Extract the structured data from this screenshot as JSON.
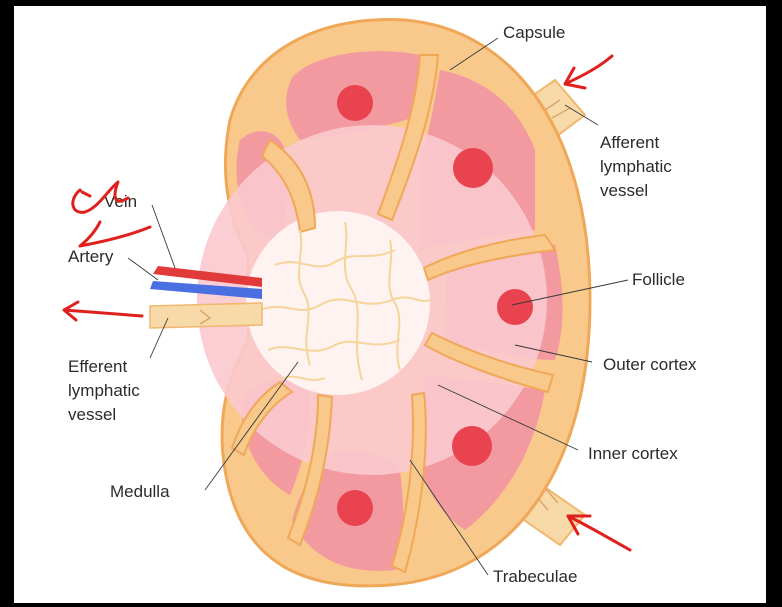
{
  "labels": {
    "capsule": "Capsule",
    "afferent_line1": "Afferent",
    "afferent_line2": "lymphatic",
    "afferent_line3": "vessel",
    "vein": "Vein",
    "artery": "Artery",
    "follicle": "Follicle",
    "efferent_line1": "Efferent",
    "efferent_line2": "lymphatic",
    "efferent_line3": "vessel",
    "outer_cortex": "Outer cortex",
    "inner_cortex": "Inner cortex",
    "medulla": "Medulla",
    "trabeculae": "Trabeculae"
  },
  "colors": {
    "capsule": "#f4b46a",
    "capsule_fill": "#f8c98a",
    "lobule": "#f29aa0",
    "lobule_dark": "#ee7f88",
    "follicle": "#e8434f",
    "inner_cortex": "#f9c9ce",
    "medulla": "#fff3f1",
    "medulla_vessels": "#f6d49a",
    "vein": "#e03a3a",
    "artery": "#4a6fe0",
    "vessel_tube": "#f8d9a8",
    "annotation": "#e0201c"
  }
}
